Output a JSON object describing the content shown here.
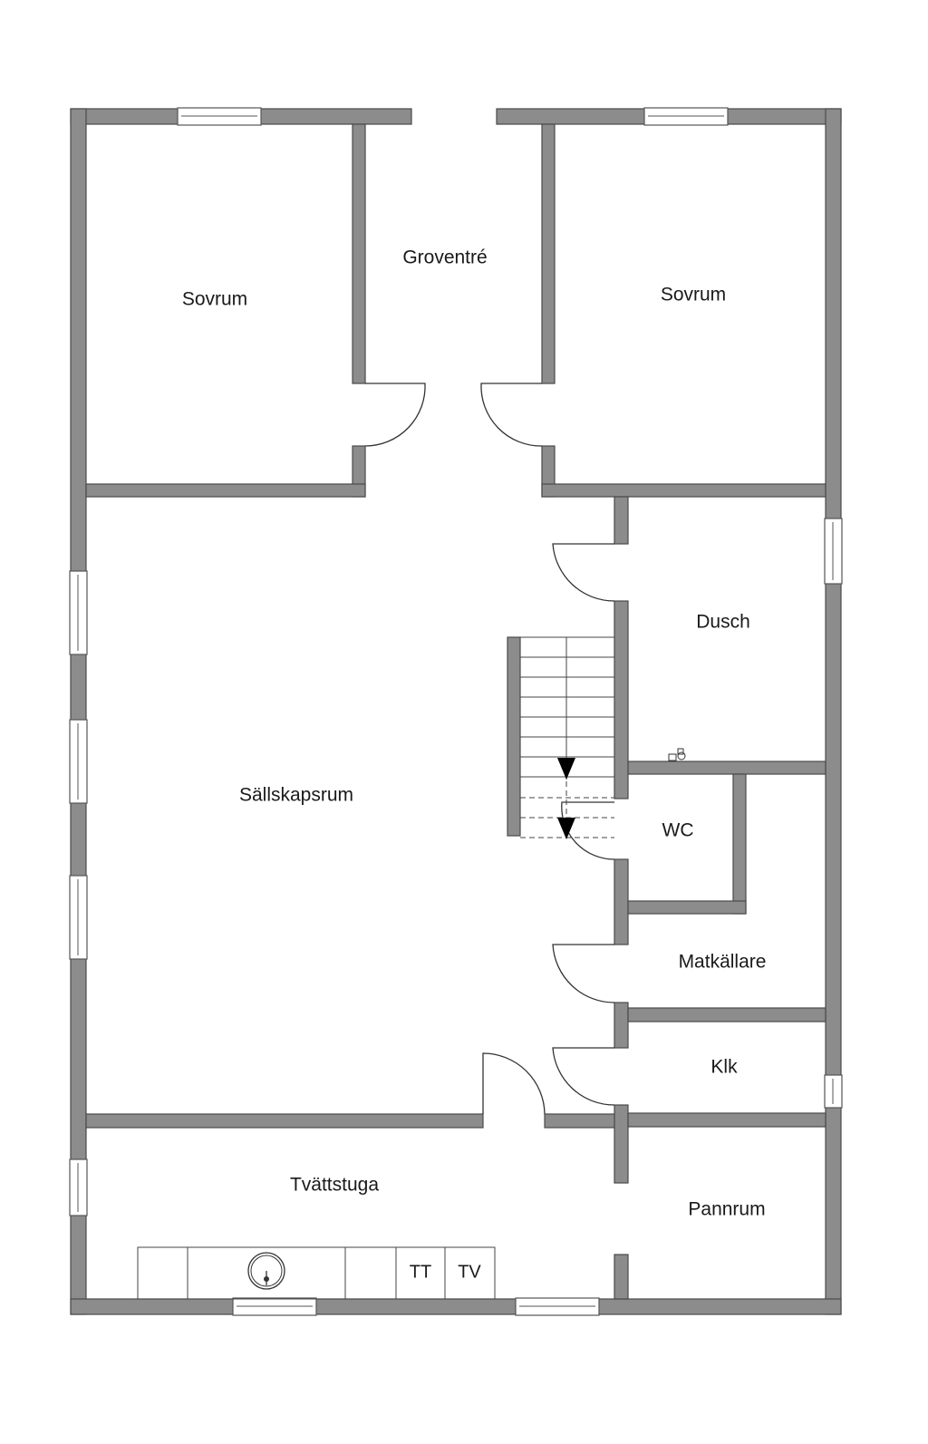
{
  "rooms": {
    "sovrum_left": "Sovrum",
    "groventre": "Groventré",
    "sovrum_right": "Sovrum",
    "sallskapsrum": "Sällskapsrum",
    "dusch": "Dusch",
    "wc": "WC",
    "matkallare": "Matkällare",
    "klk": "Klk",
    "tvattstuga": "Tvättstuga",
    "pannrum": "Pannrum"
  },
  "appliances": {
    "tumble_dryer": "TT",
    "washing_machine": "TV"
  },
  "colors": {
    "wall": "#8c8c8c",
    "background": "#ffffff"
  }
}
